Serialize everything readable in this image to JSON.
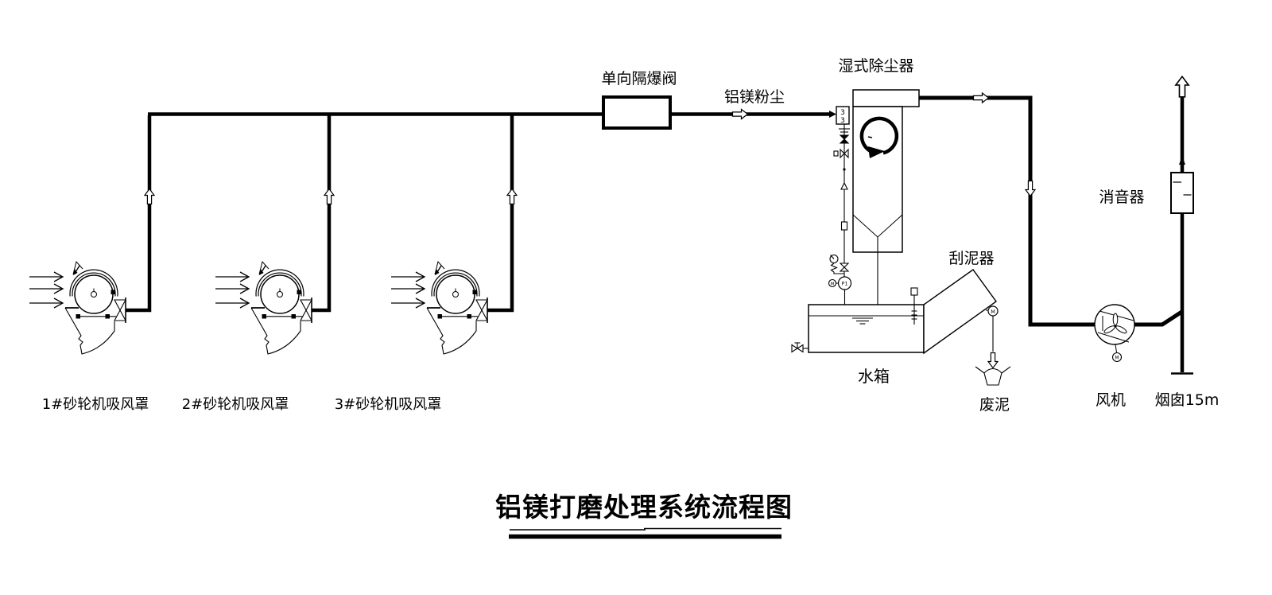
{
  "diagram": {
    "title": "铝镁打磨处理系统流程图",
    "labels": {
      "hood1": "1#砂轮机吸风罩",
      "hood2": "2#砂轮机吸风罩",
      "hood3": "3#砂轮机吸风罩",
      "check_valve": "单向隔爆阀",
      "dust_stream": "铝镁粉尘",
      "scrubber": "湿式除尘器",
      "scraper": "刮泥器",
      "water_tank": "水箱",
      "waste_sludge": "废泥",
      "fan": "风机",
      "muffler": "消音器",
      "chimney": "烟囱15m"
    },
    "equipment_tags": {
      "pump_tag": "P1",
      "motor_tag": "M"
    },
    "nozzle_glyph": "3",
    "colors": {
      "line": "#000000",
      "background": "#ffffff"
    }
  }
}
